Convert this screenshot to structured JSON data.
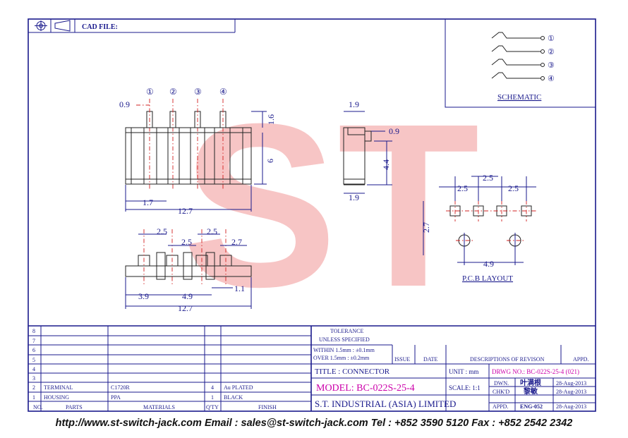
{
  "header": {
    "cad_file_label": "CAD FILE:"
  },
  "watermark": {
    "text": "ST"
  },
  "front_view": {
    "pins": [
      "①",
      "②",
      "③",
      "④"
    ],
    "dims": {
      "left": "0.9",
      "height_top": "1.6",
      "height_body": "6",
      "pitch": "1.7",
      "width": "12.7"
    }
  },
  "side_view": {
    "dims": {
      "top": "1.9",
      "right": "0.9",
      "height": "4.4",
      "bottom": "1.9"
    }
  },
  "bottom_view": {
    "dims": {
      "a": "2.5",
      "b": "2.5",
      "c": "2.5",
      "d": "2.7",
      "e": "3.9",
      "f": "4.9",
      "g": "1.1",
      "width": "12.7"
    }
  },
  "pcb_layout": {
    "title": "P.C.B LAYOUT",
    "dims": {
      "top_mid": "2.5",
      "left": "2.5",
      "right": "2.5",
      "vertical": "2.7",
      "bottom": "4.9"
    }
  },
  "schematic": {
    "title": "SCHEMATIC",
    "pins": [
      "①",
      "②",
      "③",
      "④"
    ]
  },
  "title_block": {
    "row_numbers": [
      "8",
      "7",
      "6",
      "5",
      "4",
      "3",
      "2",
      "1"
    ],
    "parts_rows": [
      {
        "no": "2",
        "part": "TERMINAL",
        "material": "C1720R",
        "qty": "4",
        "finish": "Au PLATED"
      },
      {
        "no": "1",
        "part": "HOUSING",
        "material": "PPA",
        "qty": "1",
        "finish": "BLACK"
      }
    ],
    "headers": {
      "no": "NO.",
      "parts": "PARTS",
      "materials": "MATERIALS",
      "qty": "Q'TY",
      "finish": "FINISH"
    },
    "tolerance": {
      "title": "TOLERANCE",
      "subtitle": "UNLESS  SPECIFIED",
      "line1": "WITHIN  1.5mm : ±0.1mm",
      "line2": "OVER    1.5mm : ±0.2mm"
    },
    "issue_label": "ISSUE",
    "date_label": "DATE",
    "revision_label": "DESCRIPTIONS  OF  REVISON",
    "appd_label": "APPD.",
    "title_label": "TITLE : CONNECTOR",
    "unit_label": "UNIT :  mm",
    "drwg_no": "DRWG NO.: BC-022S-25-4 (021)",
    "model": "MODEL: BC-022S-25-4",
    "scale": "SCALE:  1:1",
    "company": "S.T.  INDUSTRIAL  (ASIA)  LIMITED",
    "dwn_label": "DWN.",
    "dwn_name": "叶满根",
    "dwn_date": "28-Aug-2013",
    "chkd_label": "CHK'D",
    "chkd_name": "黎敏",
    "chkd_date": "28-Aug-2013",
    "appd_label2": "APPD.",
    "appd_name": "ENG-052",
    "appd_date": "28-Aug-2013"
  },
  "footer": {
    "text": "http://www.st-switch-jack.com  Email : sales@st-switch-jack.com  Tel : +852 3590 5120  Fax : +852 2542 2342"
  },
  "colors": {
    "line": "#1a1a8c",
    "dim_red": "#d02020",
    "watermark": "#f08a8a",
    "magenta": "#cc00aa"
  }
}
